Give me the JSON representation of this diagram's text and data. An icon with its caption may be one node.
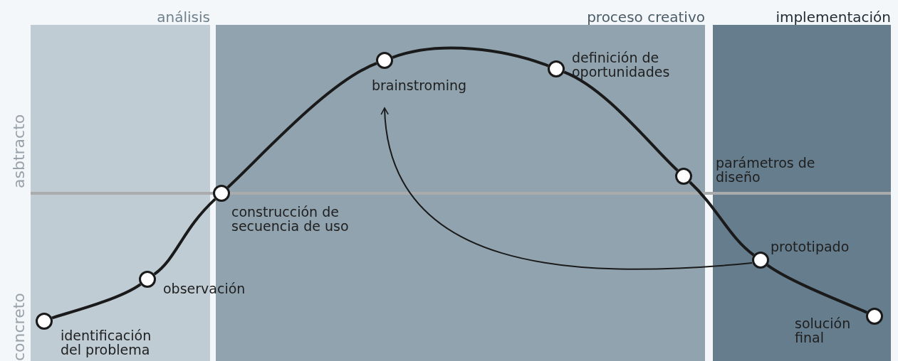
{
  "diagram": {
    "nodes": [
      {
        "text": [
          "análisis"
        ]
      },
      {
        "text": [],
        "shape": "circle",
        "beside": [
          "identificación del problema"
        ],
        "in": 0
      },
      {
        "text": [],
        "shape": "circle",
        "beside": [
          "observación"
        ],
        "in": 0
      },
      {
        "text": [
          "proceso creativo"
        ]
      },
      {
        "text": [],
        "shape": "circle",
        "beside": [
          "construcción de secuencia de uso"
        ],
        "in": 3
      },
      {
        "text": [],
        "shape": "circle",
        "beside": [
          "brainstroming"
        ],
        "in": 3
      },
      {
        "text": [],
        "shape": "circle",
        "beside": [
          "definición de oportunidades"
        ],
        "in": 3
      },
      {
        "text": [],
        "shape": "circle",
        "beside": [
          "parámetros de diseño"
        ],
        "in": 3
      },
      {
        "text": [
          "implementación"
        ]
      },
      {
        "text": [],
        "shape": "circle",
        "beside": [
          "prototipado"
        ],
        "in": 8
      },
      {
        "text": [],
        "shape": "circle",
        "beside": [
          "solución final"
        ],
        "in": 8
      }
    ],
    "edges": [
      {
        "from": 1,
        "to": 2,
        "arrow": "none"
      },
      {
        "from": 2,
        "to": 4,
        "arrow": "none"
      },
      {
        "from": 4,
        "to": 5,
        "arrow": "none"
      },
      {
        "from": 5,
        "to": 6,
        "arrow": "none"
      },
      {
        "from": 6,
        "to": 7,
        "arrow": "none"
      },
      {
        "from": 7,
        "to": 9,
        "arrow": "none"
      },
      {
        "from": 9,
        "to": 10,
        "arrow": "none"
      },
      {
        "from": 9,
        "to": 5,
        "arrow": "to"
      }
    ],
    "labels": [
      "asbtracto",
      "concreto"
    ]
  }
}
